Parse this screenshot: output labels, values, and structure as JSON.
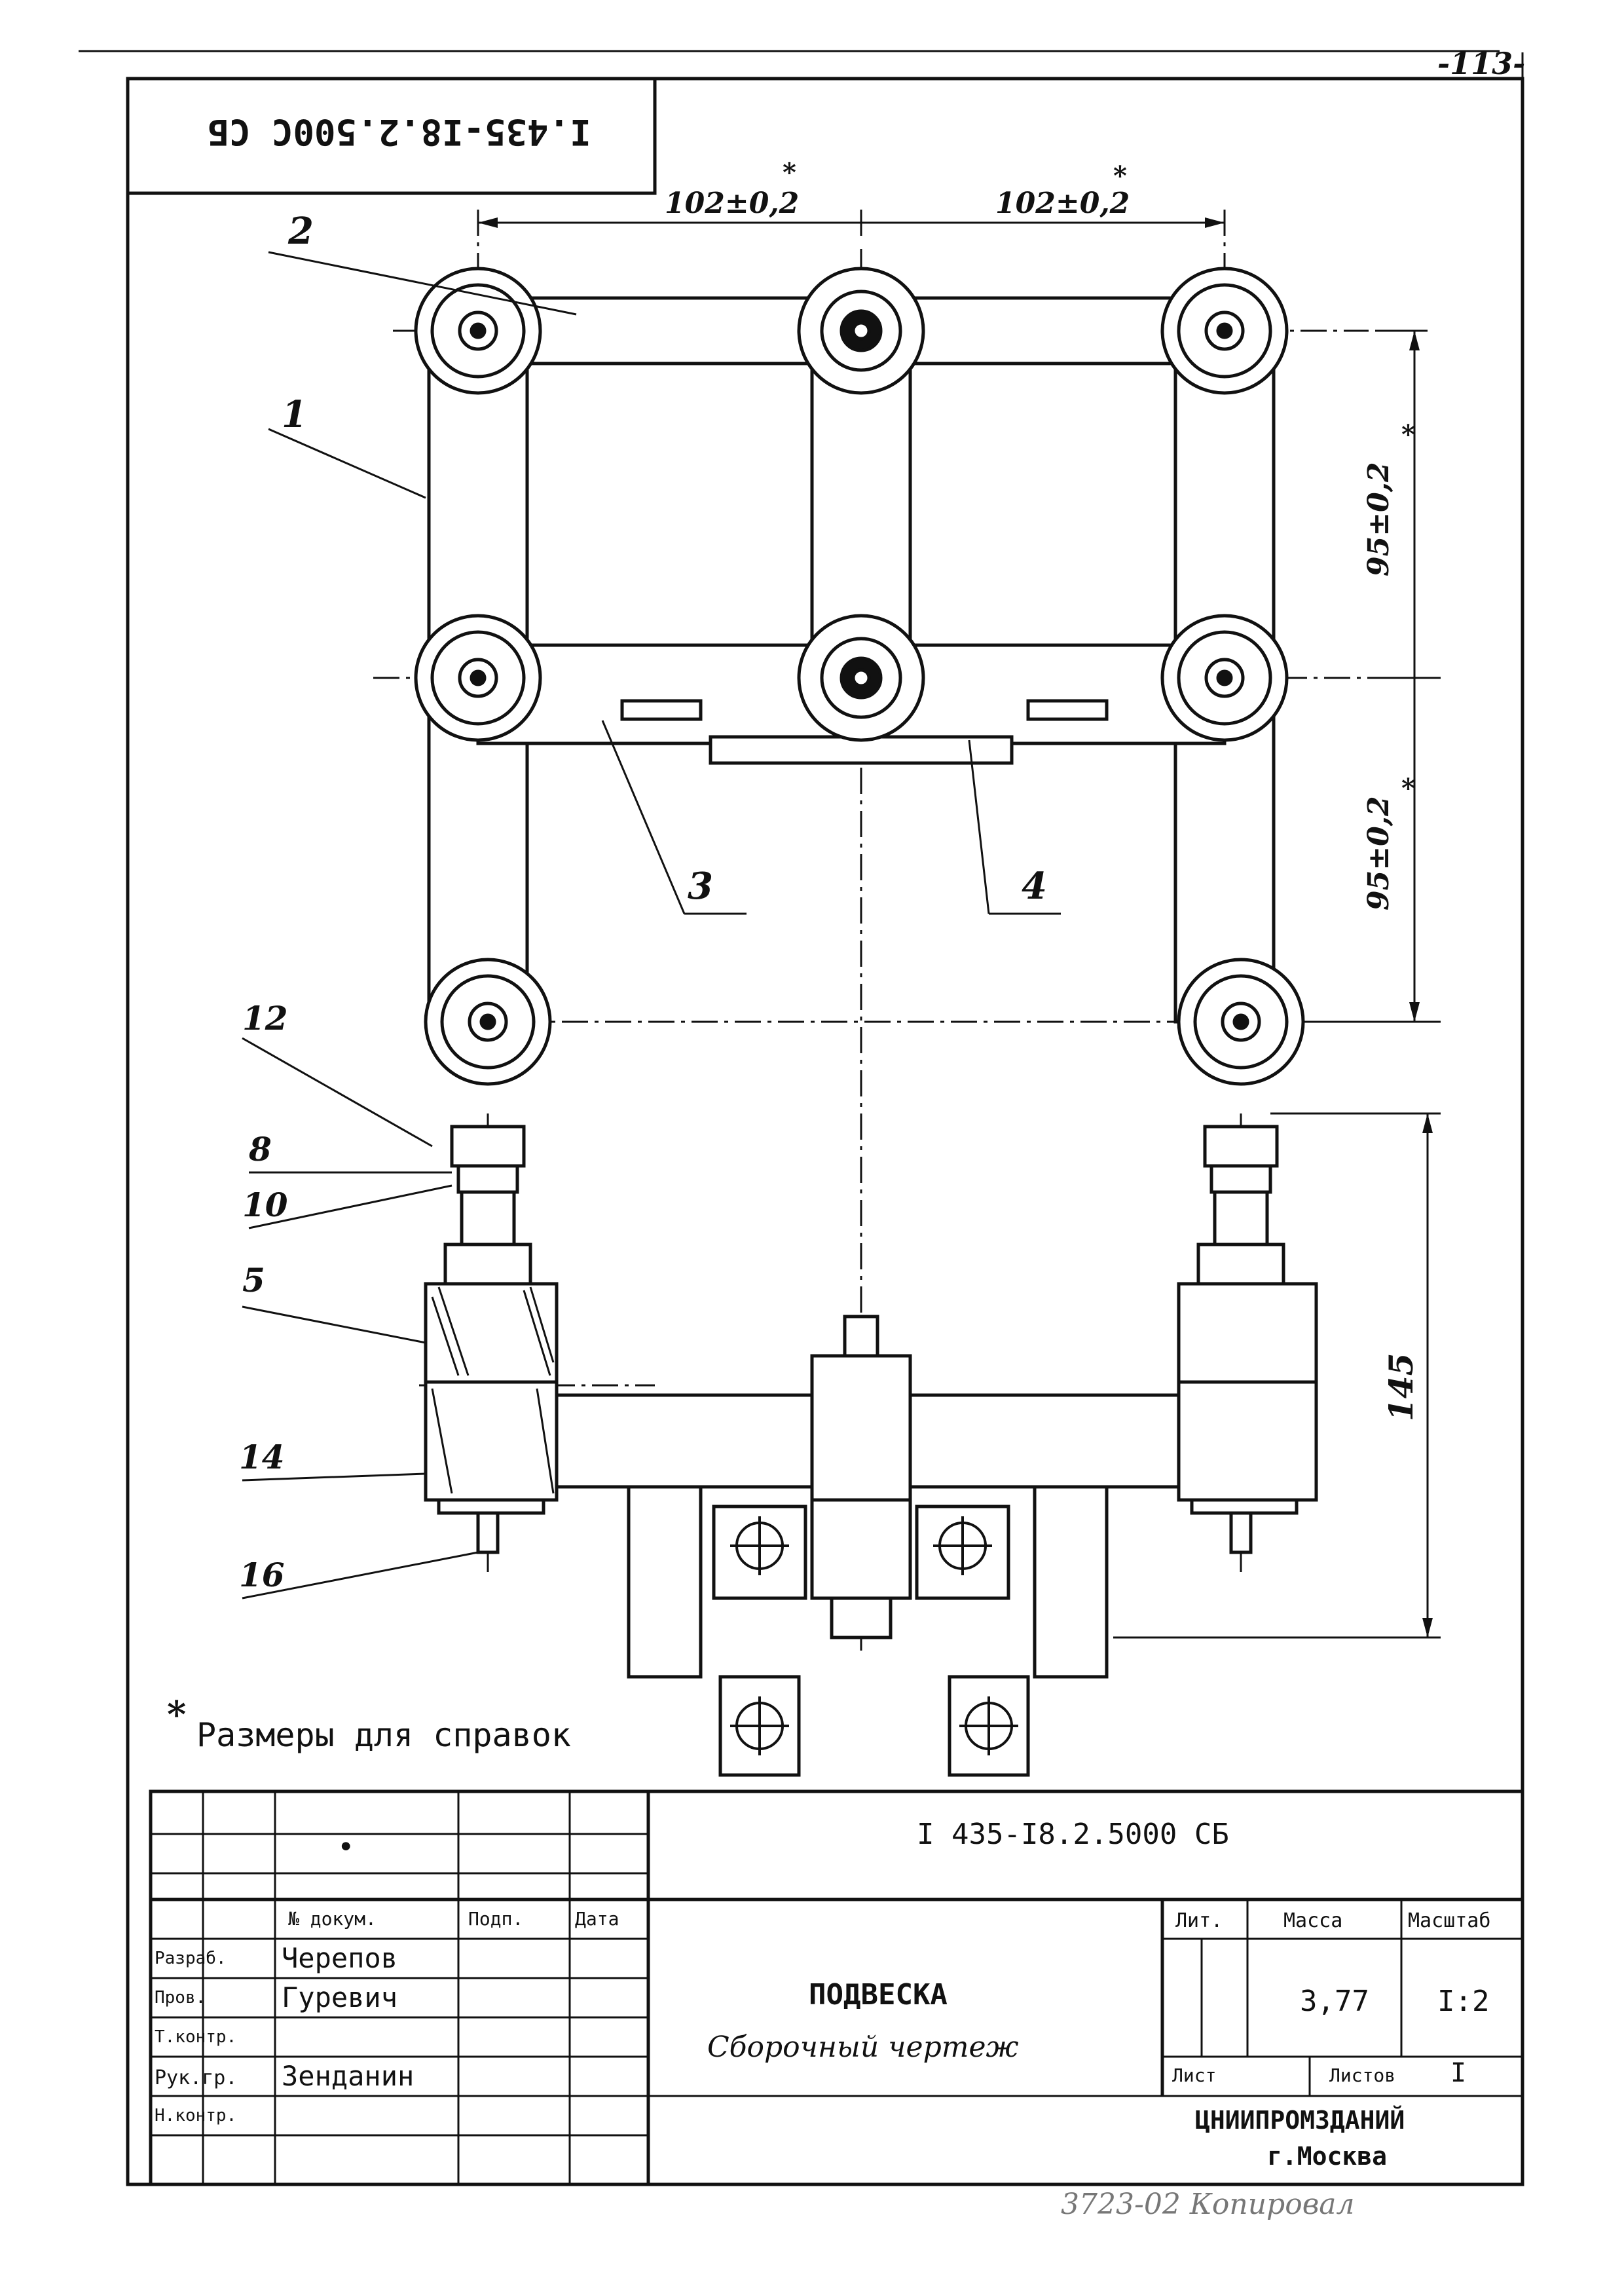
{
  "page_number": "-113-",
  "drawing_code_rotated": "I.435-I8.2.500C CБ",
  "note": {
    "star": "*",
    "text": "Размеры для справок"
  },
  "dimensions": {
    "horizontal_left": "102±0,2",
    "horizontal_right": "102±0,2",
    "vertical_upper": "95±0,2",
    "vertical_lower": "95±0,2",
    "vertical_total": "145",
    "star": "*"
  },
  "part_numbers": [
    "1",
    "2",
    "3",
    "4",
    "5",
    "8",
    "10",
    "12",
    "14",
    "16"
  ],
  "title_block": {
    "doc_code": "I 435-I8.2.5000 CБ",
    "title": "ПОДВЕСКА",
    "subtitle": "Сборочный чертеж",
    "headers": {
      "doc_no": "№ докум.",
      "sign": "Подп.",
      "date": "Дата",
      "lit": "Лит.",
      "mass": "Масса",
      "scale": "Масштаб"
    },
    "mass_value": "3,77",
    "scale_value": "I:2",
    "sheet_label": "Лист",
    "sheets_label": "Листов",
    "sheets_value": "I",
    "organization": "ЦНИИПРОМЗДАНИЙ",
    "city": "г.Москва",
    "rows": [
      {
        "role": "Разраб.",
        "name": "Черепов"
      },
      {
        "role": "Пров.",
        "name": "Гуревич"
      },
      {
        "role": "Т.контр.",
        "name": ""
      },
      {
        "role": "Рук.гр.",
        "name": "Зенданин"
      },
      {
        "role": "Н.контр.",
        "name": ""
      }
    ],
    "marker": "•"
  },
  "bottom_stamp": "3723-02 Копировал"
}
